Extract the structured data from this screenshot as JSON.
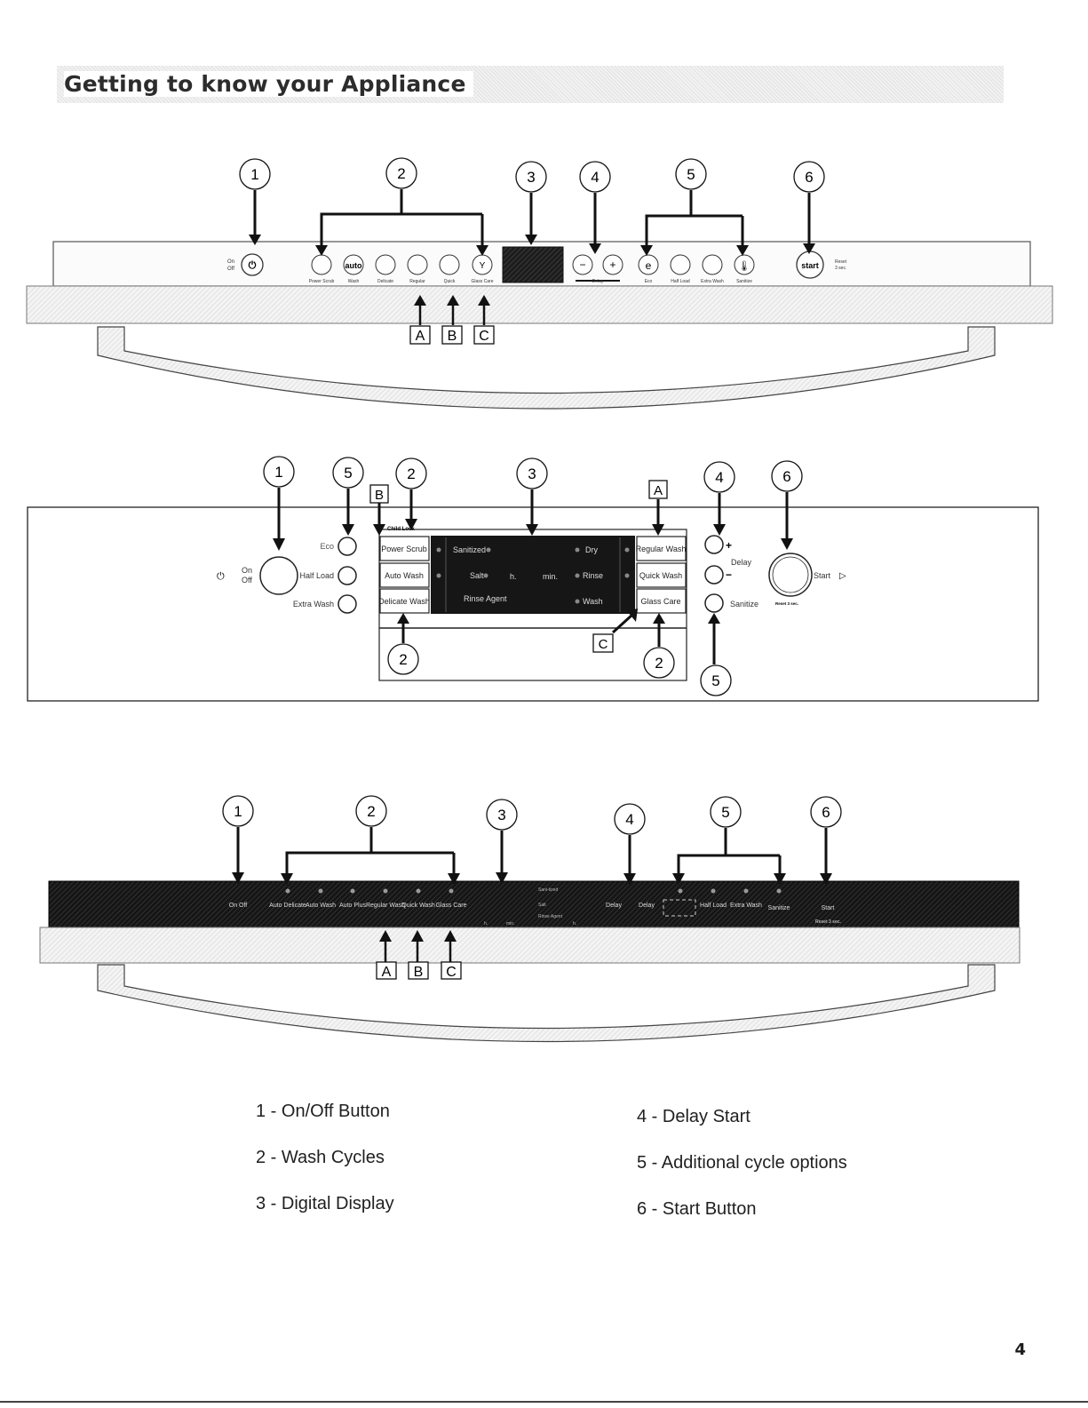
{
  "header": {
    "title": "Getting to know your Appliance"
  },
  "panel1": {
    "onoff_label": [
      "On",
      "Off"
    ],
    "cycles": [
      "Power Scrub",
      "Wash",
      "Delicate",
      "Regular",
      "Quick",
      "Glass Care"
    ],
    "delay_label": "Delay",
    "options": [
      "Eco",
      "Half Load",
      "Extra Wash",
      "Sanitize"
    ],
    "start_label": "start",
    "reset_label": [
      "Reset",
      "3 sec."
    ],
    "callouts": [
      "1",
      "2",
      "3",
      "4",
      "5",
      "6"
    ],
    "letters": [
      "A",
      "B",
      "C"
    ]
  },
  "panel2": {
    "onoff_label": [
      "On",
      "Off"
    ],
    "options_left": [
      "Eco",
      "Half Load",
      "Extra Wash"
    ],
    "child_lock": "Child Lock",
    "cycles_left": [
      "Power Scrub",
      "Auto Wash",
      "Delicate Wash"
    ],
    "display_left": [
      "Sanitized",
      "Salt",
      "Rinse Agent"
    ],
    "display_units": [
      "h.",
      "min."
    ],
    "display_right": [
      "Dry",
      "Rinse",
      "Wash"
    ],
    "cycles_right": [
      "Regular Wash",
      "Quick Wash",
      "Glass Care"
    ],
    "delay_label": "Delay",
    "sanitize_label": "Sanitize",
    "start_label": "Start",
    "reset_label": "Reset 3 sec.",
    "callouts": [
      "1",
      "5",
      "2",
      "3",
      "4",
      "6",
      "2",
      "2",
      "5"
    ],
    "letters": [
      "B",
      "A",
      "C"
    ]
  },
  "panel3": {
    "onoff_label": "On Off",
    "cycles": [
      "Auto Delicate",
      "Auto Wash",
      "Auto Plus",
      "Regular Wash",
      "Quick Wash",
      "Glass Care"
    ],
    "display_indicators": [
      "Sani-tized",
      "Salt",
      "Rinse Agent"
    ],
    "display_units": [
      "h.",
      "min.",
      "h."
    ],
    "delay_buttons": [
      "Delay",
      "Delay"
    ],
    "options": [
      "Half Load",
      "Extra Wash",
      "Sanitize"
    ],
    "start_label": "Start",
    "reset_label": "Reset 3 sec.",
    "callouts": [
      "1",
      "2",
      "3",
      "4",
      "5",
      "6"
    ],
    "letters": [
      "A",
      "B",
      "C"
    ]
  },
  "legend": {
    "left": [
      "1 - On/Off Button",
      "2 - Wash Cycles",
      "3 - Digital Display"
    ],
    "right": [
      "4 - Delay Start",
      "5 - Additional cycle options",
      "6 - Start Button"
    ]
  },
  "page_number": "4"
}
